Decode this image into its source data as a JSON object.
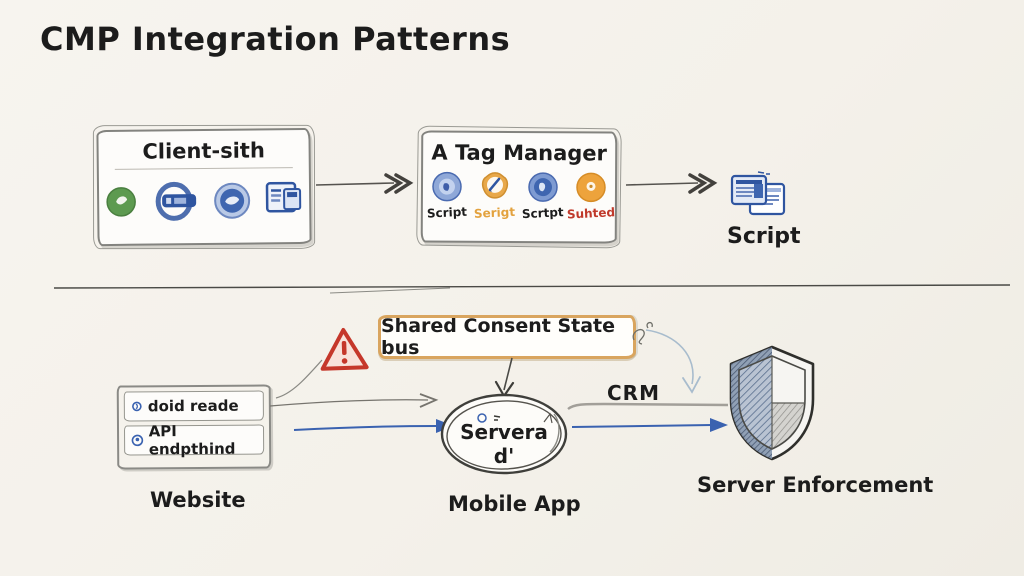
{
  "title": "CMP Integration Patterns",
  "palette": {
    "background": "#f5f2ec",
    "ink": "#1c1c1c",
    "pencil": "#83837f",
    "blue": "#3a62b0",
    "green": "#5d9a50",
    "orange": "#e3a23e",
    "red": "#c5372a",
    "tan_border": "#d9a55f",
    "soft_blue": "#a8bccd"
  },
  "top_row": {
    "client_box": {
      "title": "Client-sith",
      "icons": [
        "green-badge-icon",
        "blue-key-badge-icon",
        "blue-seal-icon",
        "browser-window-icon"
      ]
    },
    "tag_manager_box": {
      "title": "A Tag Manager",
      "items": [
        {
          "label": "Script",
          "icon": "blue-disc-icon",
          "label_color": "#1c1c1c"
        },
        {
          "label": "Serigt",
          "icon": "orange-gear-icon",
          "label_color": "#e3a23e"
        },
        {
          "label": "Scrtpt",
          "icon": "blue-disc-icon",
          "label_color": "#1c1c1c"
        },
        {
          "label": "Suhted",
          "icon": "orange-donut-icon",
          "label_color": "#c0392b"
        }
      ]
    },
    "script_node": {
      "label": "Script",
      "icon": "stacked-windows-icon"
    }
  },
  "bottom_row": {
    "warning_icon": "warning-triangle-icon",
    "bus_box": {
      "label": "Shared Consent State bus"
    },
    "crm_label": "CRM",
    "website_box": {
      "rows": [
        {
          "label": "doid reade"
        },
        {
          "label": "API endpthind"
        }
      ],
      "caption": "Website"
    },
    "mobile_node": {
      "label": "Servera d'",
      "caption": "Mobile App"
    },
    "shield_node": {
      "icon": "shield-icon",
      "caption": "Server Enforcement"
    }
  }
}
